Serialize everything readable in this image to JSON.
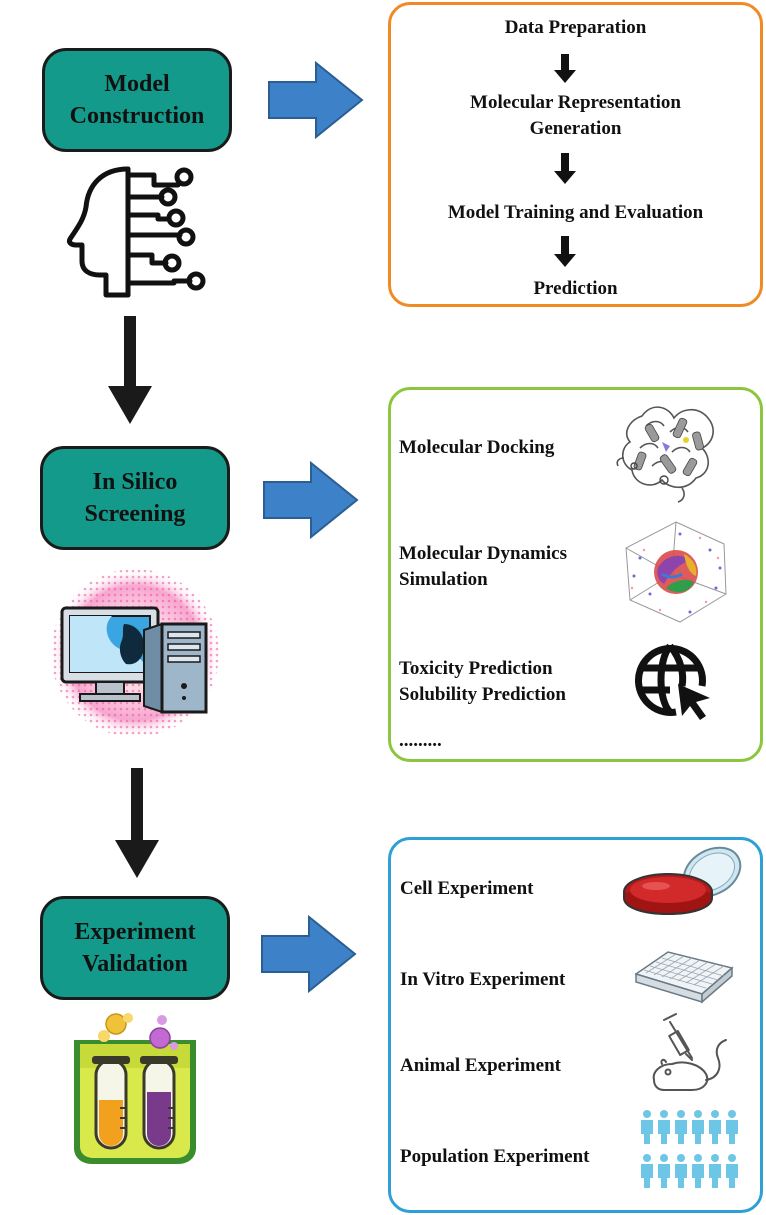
{
  "stages": {
    "model_construction": [
      "Model",
      "Construction"
    ],
    "in_silico_screening": [
      "In Silico",
      "Screening"
    ],
    "experiment_validation": [
      "Experiment",
      "Validation"
    ]
  },
  "model_panel": {
    "steps": [
      "Data Preparation",
      "Molecular Representation",
      "Generation",
      "Model Training and Evaluation",
      "Prediction"
    ]
  },
  "screening_panel": {
    "items": [
      "Molecular Docking",
      "Molecular Dynamics",
      "Simulation",
      "Toxicity Prediction",
      "Solubility Prediction",
      "........."
    ]
  },
  "validation_panel": {
    "items": [
      "Cell Experiment",
      "In Vitro Experiment",
      "Animal Experiment",
      "Population Experiment"
    ]
  },
  "colors": {
    "stage_fill": "#139a8b",
    "arrow_blue": "#3d82c8",
    "orange_border": "#f08a24",
    "green_border": "#8cc63f",
    "blue_border": "#2ea0d6",
    "dark_arrow": "#1a1a1a"
  },
  "icons": [
    "ai-head-circuit-icon",
    "computer-icon",
    "test-tubes-icon",
    "protein-structure-icon",
    "molecular-box-icon",
    "globe-cursor-icon",
    "petri-dish-icon",
    "well-plate-icon",
    "mouse-syringe-icon",
    "population-icon"
  ]
}
